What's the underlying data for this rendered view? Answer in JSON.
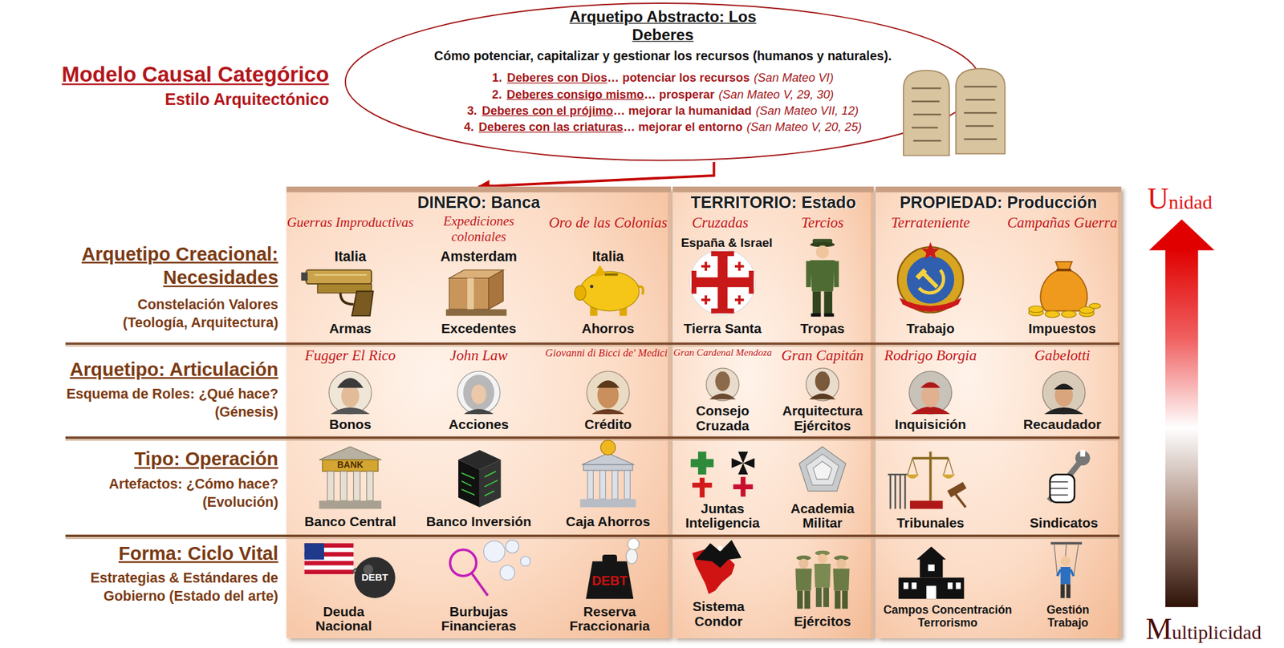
{
  "diagram": {
    "title": "Modelo Causal Categórico",
    "nodes": [
      {
        "text": [
          "Arquetipo Abstracto: Los Deberes",
          "Cómo potenciar, capitalizar y gestionar los recursos (humanos y naturales).",
          "1.",
          "Deberes con Dios",
          "… potenciar los recursos",
          "(San Mateo VI)",
          "2.",
          "Deberes consigo mismo",
          "… prosperar",
          "(San Mateo V, 29, 30)",
          "3.",
          "Deberes con el prójimo",
          "… mejorar la humanidad",
          "(San Mateo VII, 12)",
          "4.",
          "Deberes con las criaturas",
          "… mejorar el entorno",
          "(San Mateo V, 20, 25)"
        ]
      },
      {
        "text": [
          "DINERO: Banca",
          "Guerras Improductivas",
          "Italia",
          "Armas",
          "Expediciones coloniales",
          "Amsterdam",
          "Excedentes",
          "Oro de las Colonias",
          "Italia",
          "Ahorros",
          "Fugger El Rico",
          "Bonos",
          "John Law",
          "Acciones",
          "Giovanni di Bicci de' Medici",
          "Crédito",
          "Banco Central",
          "Banco Inversión",
          "Caja Ahorros",
          "Deuda Nacional",
          "Burbujas Financieras",
          "Reserva Fraccionaria"
        ]
      },
      {
        "text": [
          "TERRITORIO: Estado",
          "Cruzadas",
          "España & Israel",
          "Tierra Santa",
          "Tercios",
          "Tropas",
          "Gran Cardenal Mendoza",
          "Consejo Cruzada",
          "Gran Capitán",
          "Arquitectura Ejércitos",
          "Juntas Inteligencia",
          "Academia Militar",
          "Sistema Condor",
          "Ejércitos"
        ]
      },
      {
        "text": [
          "PROPIEDAD: Producción",
          "Terrateniente",
          "Trabajo",
          "Campañas Guerra",
          "Impuestos",
          "Rodrigo Borgia",
          "Inquisición",
          "Gabelotti",
          "Recaudador",
          "Tribunales",
          "Sindicatos",
          "Campos Concentración Terrorismo",
          "Gestión Trabajo"
        ]
      }
    ],
    "edges": [
      {
        "from": 0,
        "to": 1,
        "arrow": "to"
      }
    ],
    "labels": [
      "Estilo Arquitectónico",
      "Arquetipo Creacional: Necesidades",
      "Constelación Valores (Teología, Arquitectura)",
      "Arquetipo: Articulación",
      "Esquema de Roles: ¿Qué hace? (Génesis)",
      "Tipo: Operación",
      "Artefactos: ¿Cómo hace? (Evolución)",
      "Forma: Ciclo Vital",
      "Estrategias & Estándares de Gobierno (Estado del arte)",
      "Unidad",
      "Multiplicidad",
      "BANK",
      "DEBT",
      "DEBT"
    ]
  }
}
